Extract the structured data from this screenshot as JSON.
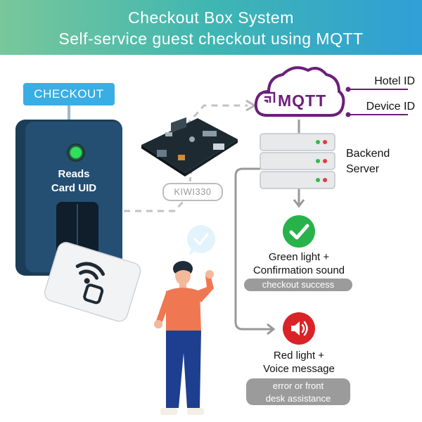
{
  "title": {
    "line1": "Checkout Box System",
    "line2": "Self-service guest checkout using MQTT"
  },
  "device": {
    "tag": "CHECKOUT",
    "reads_line1": "Reads",
    "reads_line2": "Card UID"
  },
  "board": {
    "label": "KIWI330"
  },
  "mqtt": {
    "logo_text": "MQTT",
    "fields": [
      "Hotel ID",
      "Device ID"
    ]
  },
  "server": {
    "line1": "Backend",
    "line2": "Server"
  },
  "success": {
    "line1": "Green light +",
    "line2": "Confirmation sound",
    "badge": "checkout success"
  },
  "error": {
    "line1": "Red light +",
    "line2": "Voice message",
    "badge_line1": "error or front",
    "badge_line2": "desk assistance"
  },
  "colors": {
    "banner_start": "#79c79a",
    "banner_end": "#2f9fd6",
    "device": "#244f73",
    "mqtt_purple": "#6b1f7a",
    "success_green": "#27b34a",
    "error_red": "#d92326",
    "tag_blue": "#39aee4"
  },
  "icons": [
    "nfc-card-icon",
    "checkmark-icon",
    "speaker-icon",
    "cloud-icon",
    "server-icon",
    "check-bubble-icon"
  ]
}
